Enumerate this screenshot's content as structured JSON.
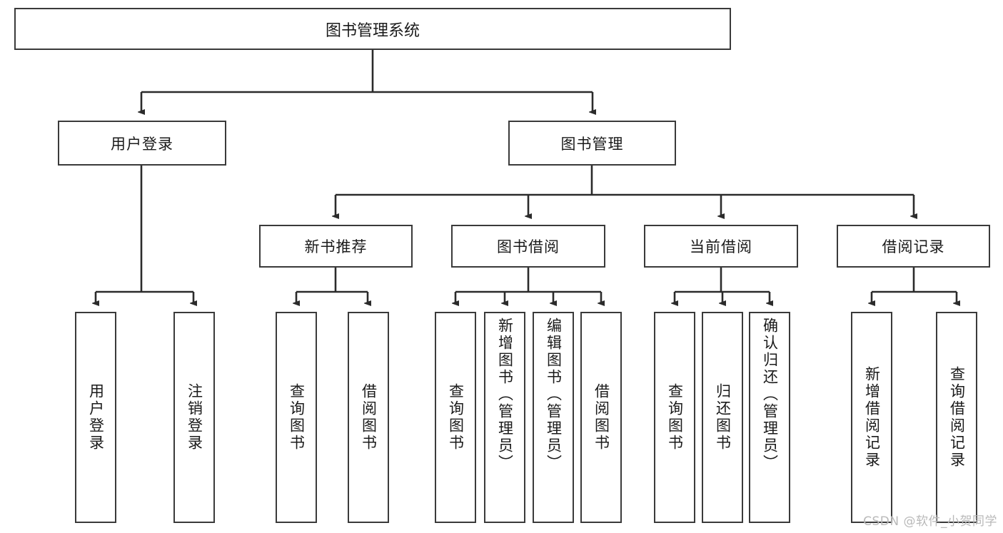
{
  "diagram": {
    "title": "图书管理系统",
    "watermark": "CSDN @软件_小贺同学",
    "colors": {
      "stroke": "#3a3a3a",
      "fill": "#ffffff",
      "text": "#1a1a1a",
      "watermark": "#b9b9b9"
    },
    "levels": {
      "root": {
        "label": "图书管理系统"
      },
      "level2": [
        {
          "label": "用户登录"
        },
        {
          "label": "图书管理"
        }
      ],
      "level3": [
        {
          "label": "新书推荐"
        },
        {
          "label": "图书借阅"
        },
        {
          "label": "当前借阅"
        },
        {
          "label": "借阅记录"
        }
      ],
      "leaves": {
        "user_login": [
          {
            "label": "用户登录"
          },
          {
            "label": "注销登录"
          }
        ],
        "new_book_rec": [
          {
            "label": "查询图书"
          },
          {
            "label": "借阅图书"
          }
        ],
        "book_borrow": [
          {
            "label": "查询图书"
          },
          {
            "label": "新增图书（管理员）"
          },
          {
            "label": "编辑图书（管理员）"
          },
          {
            "label": "借阅图书"
          }
        ],
        "current_borrow": [
          {
            "label": "查询图书"
          },
          {
            "label": "归还图书"
          },
          {
            "label": "确认归还（管理员）"
          }
        ],
        "borrow_record": [
          {
            "label": "新增借阅记录"
          },
          {
            "label": "查询借阅记录"
          }
        ]
      }
    }
  }
}
